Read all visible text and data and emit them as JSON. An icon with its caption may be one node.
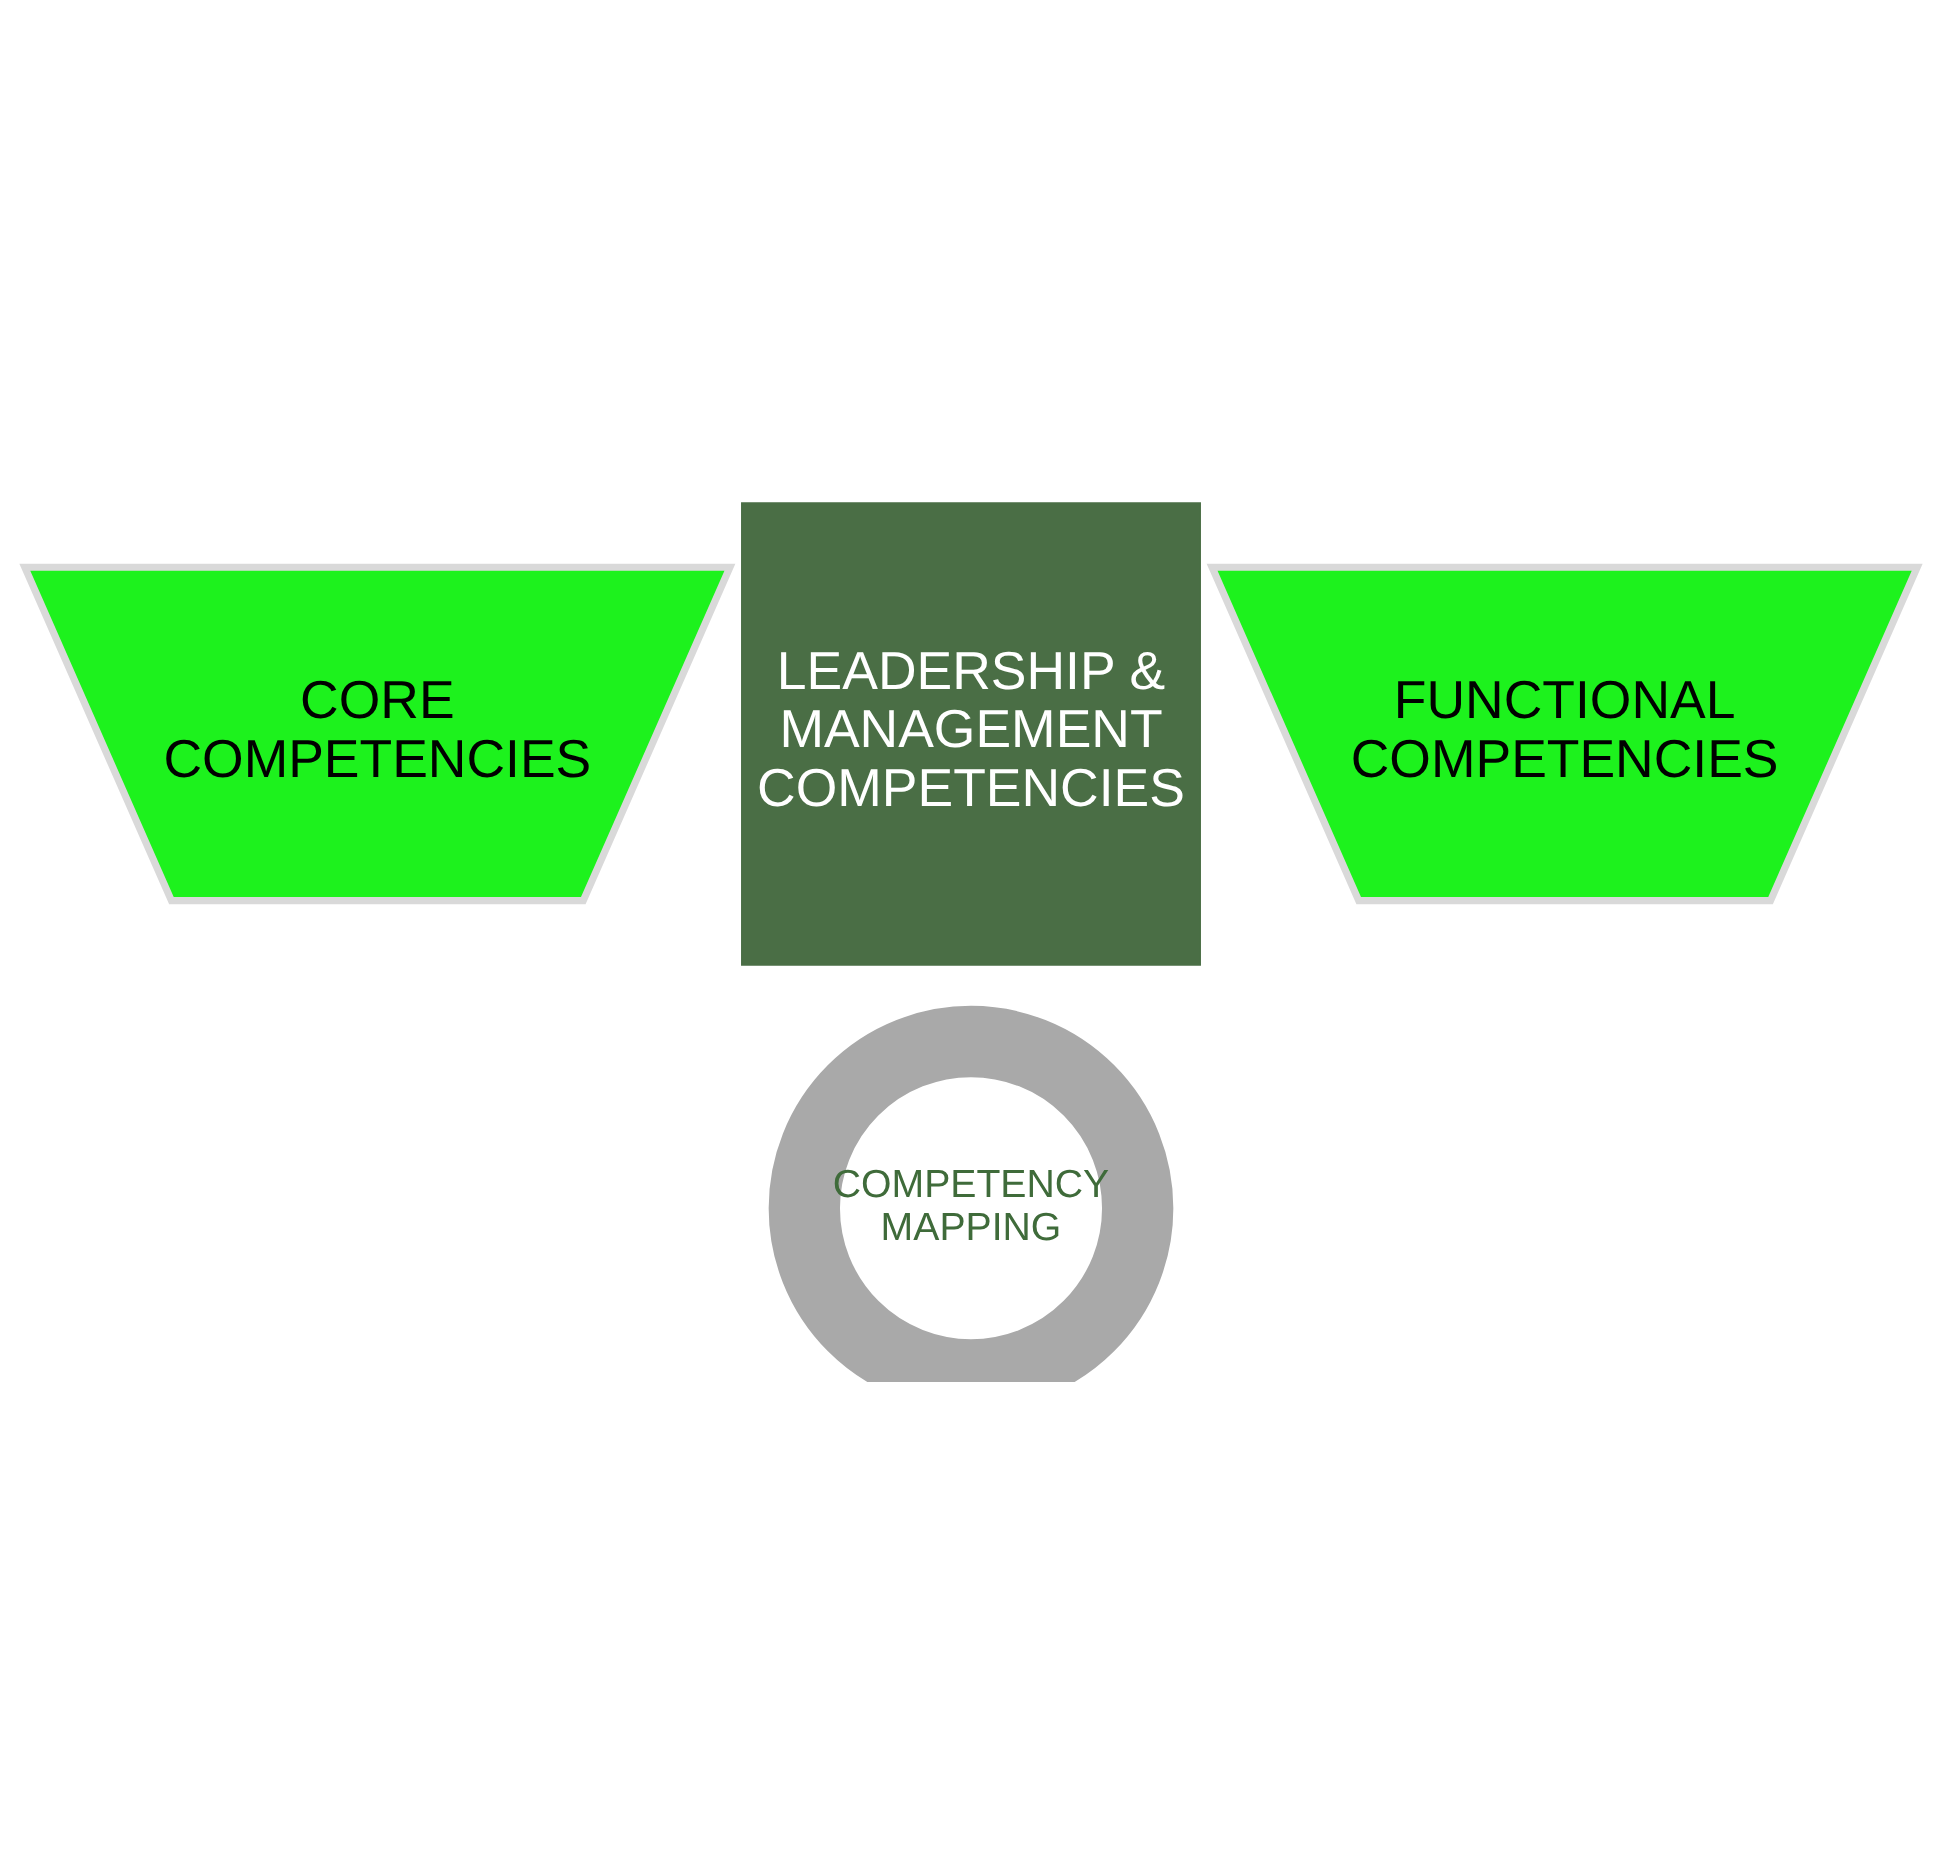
{
  "diagram": {
    "nodes": [
      {
        "text": [
          "CORE COMPETENCIES"
        ]
      },
      {
        "text": [
          "LEADERSHIP & MANAGEMENT COMPETENCIES"
        ]
      },
      {
        "text": [
          "FUNCTIONAL COMPETENCIES"
        ]
      },
      {
        "text": [
          "COMPETENCY MAPPING"
        ]
      }
    ]
  }
}
